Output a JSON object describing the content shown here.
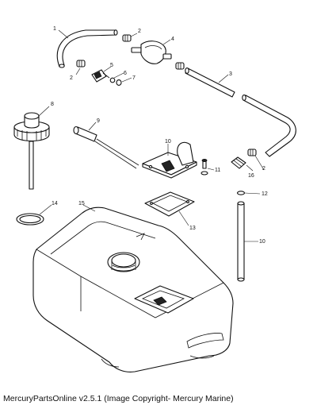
{
  "callouts": {
    "c1": "1",
    "c2a": "2",
    "c2b": "2",
    "c2c": "2",
    "c3": "3",
    "c4": "4",
    "c5": "5",
    "c6": "6",
    "c7": "7",
    "c8": "8",
    "c9": "9",
    "c10a": "10",
    "c10b": "10",
    "c11": "11",
    "c12": "12",
    "c13": "13",
    "c14": "14",
    "c15": "15",
    "c16": "16"
  },
  "caption": "MercuryPartsOnline v2.5.1 (Image Copyright- Mercury Marine)"
}
